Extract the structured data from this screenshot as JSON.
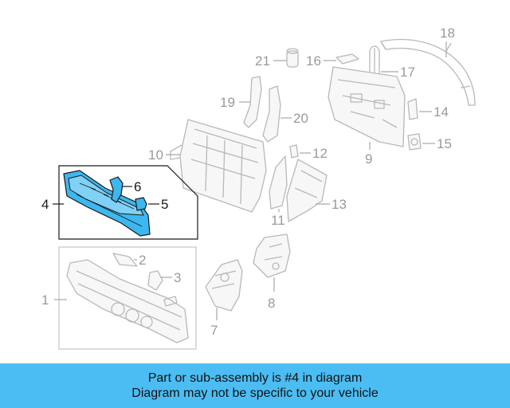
{
  "callouts": {
    "c1": "1",
    "c2": "2",
    "c3": "3",
    "c4": "4",
    "c5": "5",
    "c6": "6",
    "c7": "7",
    "c8": "8",
    "c9": "9",
    "c10": "10",
    "c11": "11",
    "c12": "12",
    "c13": "13",
    "c14": "14",
    "c15": "15",
    "c16": "16",
    "c17": "17",
    "c18": "18",
    "c19": "19",
    "c20": "20",
    "c21": "21"
  },
  "highlighted_part": "4",
  "colors": {
    "highlight": "#3db7f0",
    "banner": "#4cbdf3",
    "ghost": "#b8b8b8"
  },
  "banner": {
    "line1": "Part or sub-assembly is #4 in diagram",
    "line2": "Diagram may not be specific to your vehicle"
  }
}
